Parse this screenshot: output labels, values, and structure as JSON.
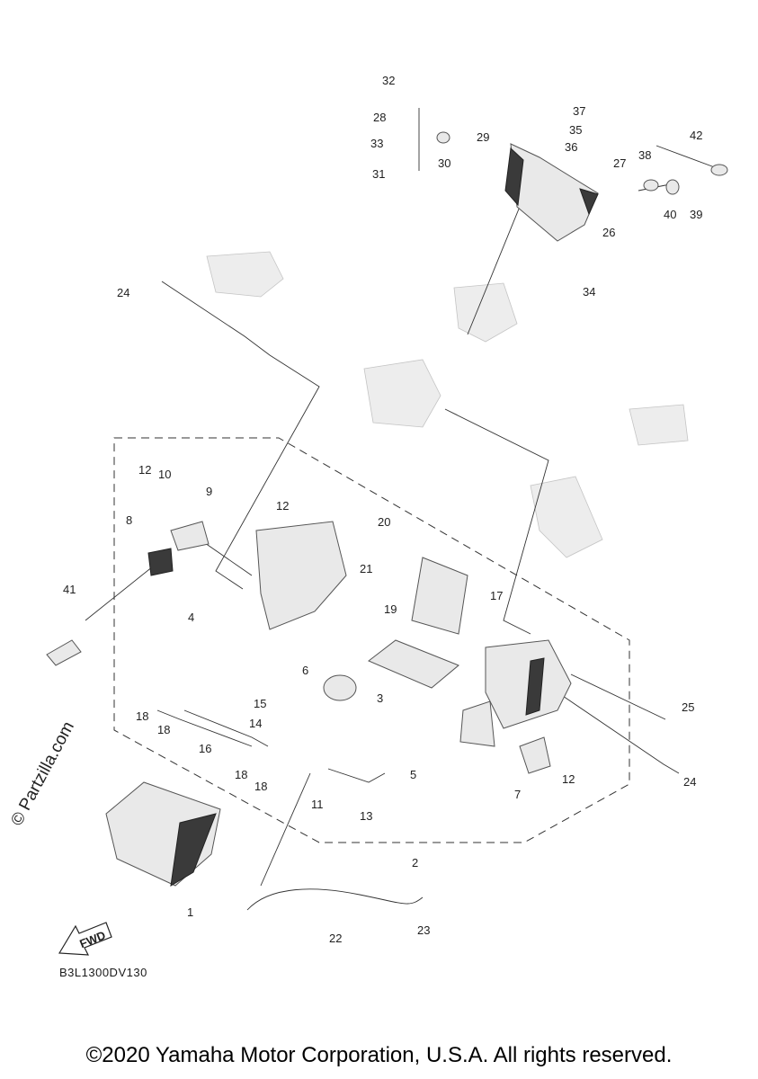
{
  "watermark": "© Partzilla.com",
  "diagram_code": "B3L1300DV130",
  "copyright": "©2020 Yamaha Motor Corporation, U.S.A. All rights reserved.",
  "fwd_label": "FWD",
  "callouts": [
    "1",
    "2",
    "3",
    "4",
    "5",
    "6",
    "7",
    "8",
    "9",
    "10",
    "11",
    "12",
    "12",
    "12",
    "12",
    "13",
    "14",
    "15",
    "16",
    "17",
    "18",
    "18",
    "18",
    "18",
    "19",
    "20",
    "21",
    "22",
    "23",
    "24",
    "24",
    "25",
    "26",
    "27",
    "28",
    "29",
    "30",
    "31",
    "32",
    "33",
    "34",
    "35",
    "36",
    "37",
    "38",
    "39",
    "40",
    "41",
    "42"
  ]
}
